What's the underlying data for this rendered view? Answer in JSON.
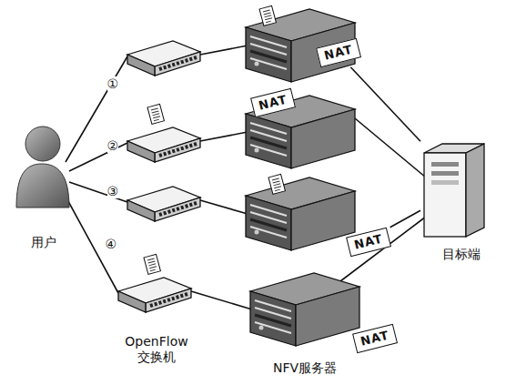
{
  "diagram": {
    "nodes": [
      {
        "text": [
          "用户"
        ]
      },
      {
        "text": [
          "NAT"
        ]
      },
      {
        "text": [
          "NAT"
        ]
      },
      {
        "text": [
          "NAT"
        ]
      },
      {
        "text": [
          "NAT"
        ]
      },
      {
        "text": [
          "目标端"
        ]
      }
    ],
    "edges": [
      {
        "from": 1,
        "to": 5,
        "arrow": "none"
      },
      {
        "from": 3,
        "to": 5,
        "arrow": "none"
      }
    ],
    "labels": [
      "①",
      "②",
      "③",
      "④",
      "OpenFlow 交换机",
      "NFV服务器"
    ]
  }
}
